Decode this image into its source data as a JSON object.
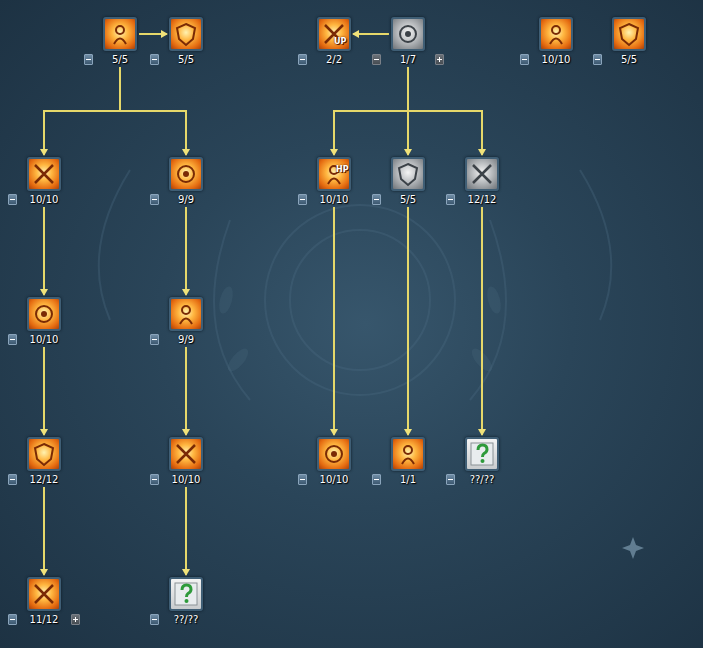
{
  "diagram": {
    "nodes": [
      {
        "text": [
          "5/5"
        ]
      },
      {
        "text": [
          "5/5"
        ]
      },
      {
        "text": [
          "2/2"
        ]
      },
      {
        "text": [
          "1/7"
        ]
      },
      {
        "text": [
          "10/10"
        ]
      },
      {
        "text": [
          "5/5"
        ]
      },
      {
        "text": [
          "10/10"
        ]
      },
      {
        "text": [
          "9/9"
        ]
      },
      {
        "text": [
          "10/10"
        ]
      },
      {
        "text": [
          "5/5"
        ]
      },
      {
        "text": [
          "12/12"
        ]
      },
      {
        "text": [
          "10/10"
        ]
      },
      {
        "text": [
          "9/9"
        ]
      },
      {
        "text": [
          "12/12"
        ]
      },
      {
        "text": [
          "10/10"
        ]
      },
      {
        "text": [
          "10/10"
        ]
      },
      {
        "text": [
          "1/1"
        ]
      },
      {
        "text": [
          "??/??"
        ]
      },
      {
        "text": [
          "11/12"
        ]
      },
      {
        "text": [
          "??/??"
        ]
      }
    ],
    "edges": [
      {
        "from": 0,
        "to": 1,
        "arrow": "to"
      },
      {
        "from": 3,
        "to": 2,
        "arrow": "to"
      },
      {
        "from": 0,
        "to": 6,
        "arrow": "to"
      },
      {
        "from": 0,
        "to": 7,
        "arrow": "to"
      },
      {
        "from": 3,
        "to": 8,
        "arrow": "to"
      },
      {
        "from": 3,
        "to": 9,
        "arrow": "to"
      },
      {
        "from": 3,
        "to": 10,
        "arrow": "to"
      },
      {
        "from": 6,
        "to": 11,
        "arrow": "to"
      },
      {
        "from": 11,
        "to": 13,
        "arrow": "to"
      },
      {
        "from": 13,
        "to": 18,
        "arrow": "to"
      },
      {
        "from": 7,
        "to": 12,
        "arrow": "to"
      },
      {
        "from": 12,
        "to": 14,
        "arrow": "to"
      },
      {
        "from": 14,
        "to": 19,
        "arrow": "to"
      },
      {
        "from": 8,
        "to": 15,
        "arrow": "to"
      },
      {
        "from": 9,
        "to": 16,
        "arrow": "to"
      },
      {
        "from": 10,
        "to": 17,
        "arrow": "to"
      }
    ],
    "labels": [
      "UP",
      "HP"
    ]
  }
}
